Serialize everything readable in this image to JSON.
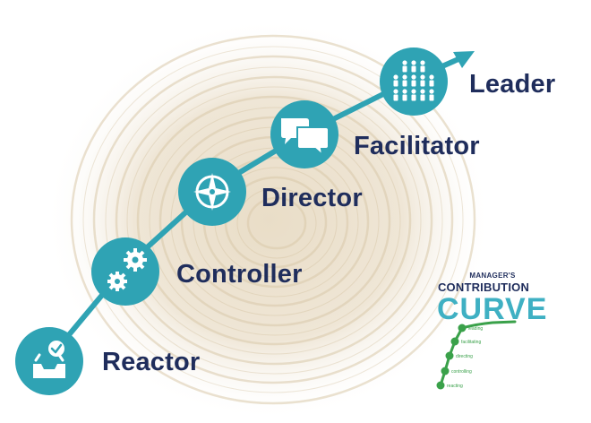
{
  "stages": [
    {
      "label": "Reactor",
      "icon": "inbox-check-icon"
    },
    {
      "label": "Controller",
      "icon": "gears-icon"
    },
    {
      "label": "Director",
      "icon": "compass-icon"
    },
    {
      "label": "Facilitator",
      "icon": "speech-bubbles-icon"
    },
    {
      "label": "Leader",
      "icon": "people-group-icon"
    }
  ],
  "logo": {
    "line1": "MANAGER'S",
    "line2": "CONTRIBUTION",
    "line3": "CURVE",
    "steps": [
      "leading",
      "facilitating",
      "directing",
      "controlling",
      "reacting"
    ]
  },
  "colors": {
    "teal": "#2fa3b4",
    "navy": "#1f2d5c",
    "logo_green": "#3aa14a",
    "logo_teal": "#3fb0c3",
    "wood": "#e8dcc6"
  }
}
